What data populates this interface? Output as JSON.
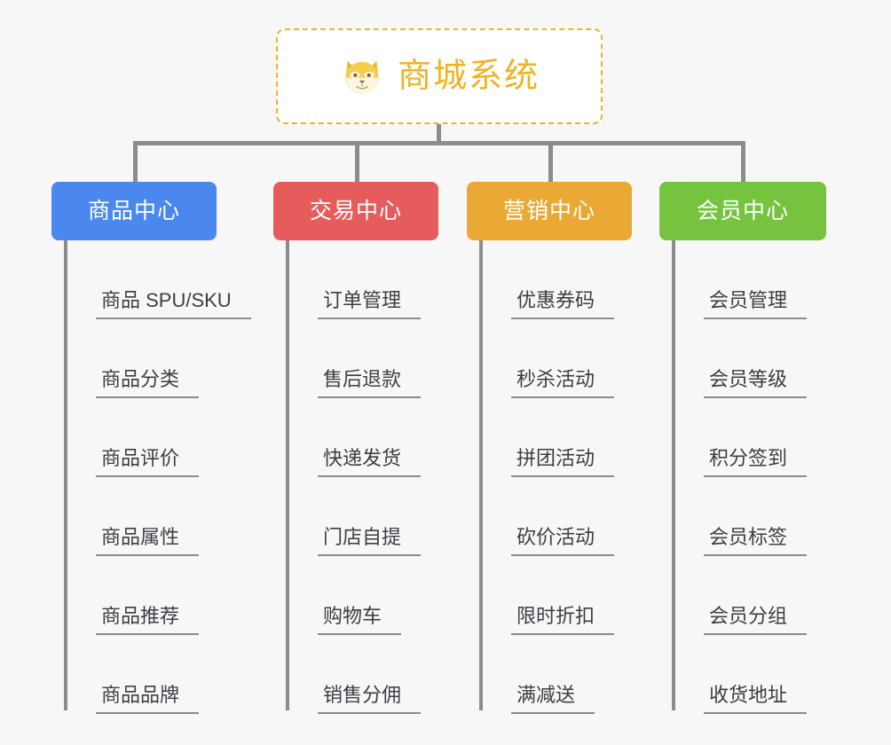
{
  "diagram": {
    "type": "mindmap",
    "background_color": "#f7f7f7",
    "root": {
      "title": "商城系统",
      "icon": "shiba-dog-emoji",
      "border_color": "#eeb422",
      "text_color": "#eeb422",
      "fill_color": "#ffffff"
    },
    "connector_color": "#8c8c8c",
    "branches": [
      {
        "label": "商品中心",
        "color": "#4a88ee",
        "items": [
          "商品 SPU/SKU",
          "商品分类",
          "商品评价",
          "商品属性",
          "商品推荐",
          "商品品牌"
        ]
      },
      {
        "label": "交易中心",
        "color": "#e65c5c",
        "items": [
          "订单管理",
          "售后退款",
          "快递发货",
          "门店自提",
          "购物车",
          "销售分佣"
        ]
      },
      {
        "label": "营销中心",
        "color": "#eaa935",
        "items": [
          "优惠券码",
          "秒杀活动",
          "拼团活动",
          "砍价活动",
          "限时折扣",
          "满减送"
        ]
      },
      {
        "label": "会员中心",
        "color": "#76c33f",
        "items": [
          "会员管理",
          "会员等级",
          "积分签到",
          "会员标签",
          "会员分组",
          "收货地址"
        ]
      }
    ]
  }
}
